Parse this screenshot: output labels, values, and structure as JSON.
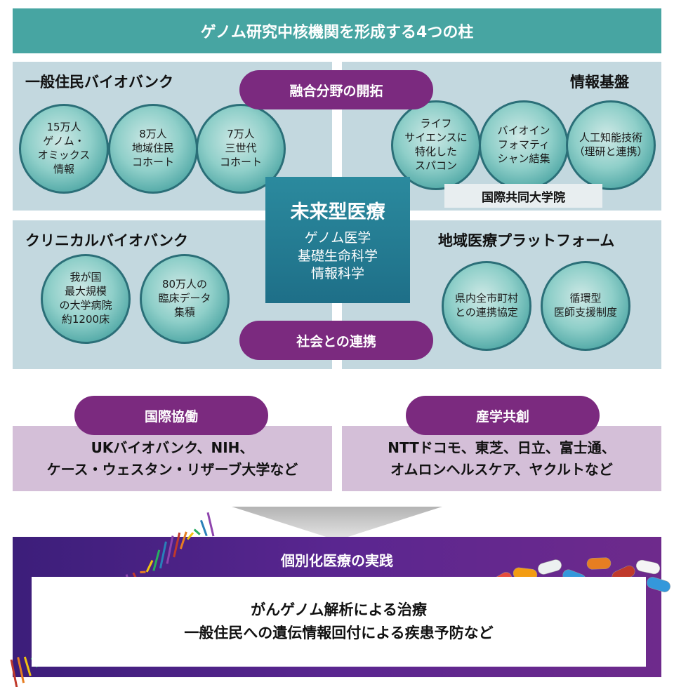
{
  "title": "ゲノム研究中核機関を形成する4つの柱",
  "panels": {
    "general_biobank": {
      "title": "一般住民バイオバンク",
      "circles": [
        "15万人\nゲノム・\nオミックス\n情報",
        "8万人\n地域住民\nコホート",
        "7万人\n三世代\nコホート"
      ]
    },
    "info_infra": {
      "title": "情報基盤",
      "circles": [
        "ライフ\nサイエンスに\n特化した\nスパコン",
        "バイオイン\nフォマティ\nシャン結集",
        "人工知能技術\n（理研と連携）"
      ],
      "label": "国際共同大学院"
    },
    "clinical_biobank": {
      "title": "クリニカルバイオバンク",
      "circles": [
        "我が国\n最大規模\nの大学病院\n約1200床",
        "80万人の\n臨床データ\n集積"
      ]
    },
    "regional_platform": {
      "title": "地域医療プラットフォーム",
      "circles": [
        "県内全市町村\nとの連携協定",
        "循環型\n医師支援制度"
      ]
    }
  },
  "pills": {
    "fusion": "融合分野の開拓",
    "society": "社会との連携",
    "intl": "国際協働",
    "industry": "産学共創"
  },
  "center": {
    "title": "未来型医療",
    "lines": [
      "ゲノム医学",
      "基礎生命科学",
      "情報科学"
    ]
  },
  "collab": {
    "left": [
      "UKバイオバンク、NIH、",
      "ケース・ウェスタン・リザーブ大学など"
    ],
    "right": [
      "NTTドコモ、東芝、日立、富士通、",
      "オムロンヘルスケア、ヤクルトなど"
    ]
  },
  "practice": {
    "title": "個別化医療の実践",
    "lines": [
      "がんゲノム解析による治療",
      "一般住民への遺伝情報回付による疾患予防など"
    ]
  },
  "colors": {
    "teal_banner": "#47a5a2",
    "panel_bg": "#c3d8df",
    "purple": "#7b2a7f",
    "collab_bg": "#d4bfd8",
    "practice_bg": "#5a2690"
  }
}
